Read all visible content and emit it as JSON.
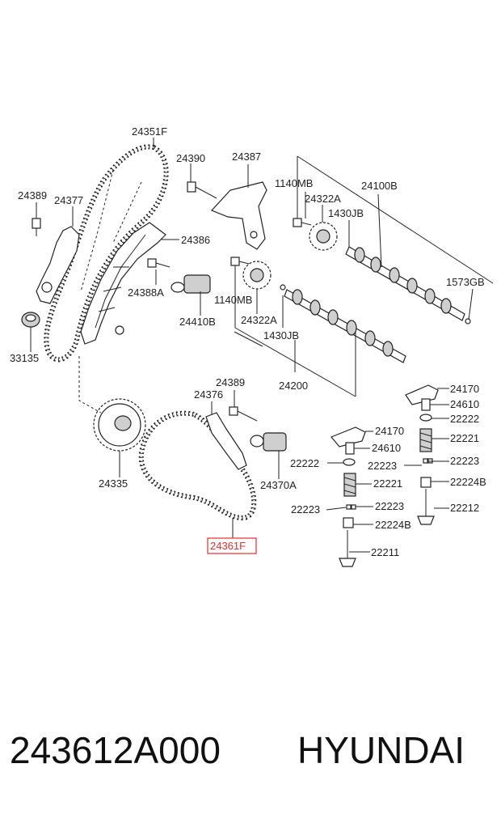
{
  "labels": {
    "l24351F": "24351F",
    "l24390": "24390",
    "l24387": "24387",
    "l1140MB_top": "1140MB",
    "l24100B": "24100B",
    "l24322A_top": "24322A",
    "l1430JB_top": "1430JB",
    "l24389_left": "24389",
    "l24377": "24377",
    "l24386": "24386",
    "l24388A": "24388A",
    "l24410B": "24410B",
    "l1140MB_mid": "1140MB",
    "l24322A_mid": "24322A",
    "l1573GB": "1573GB",
    "l33135": "33135",
    "l1430JB_mid": "1430JB",
    "l24200": "24200",
    "l24389_mid": "24389",
    "l24376": "24376",
    "l24170_r": "24170",
    "l24610_r": "24610",
    "l22222_r": "22222",
    "l24170_c": "24170",
    "l24610_c": "24610",
    "l22221_r": "22221",
    "l22222_c": "22222",
    "l22223_c1": "22223",
    "l22223_r": "22223",
    "l24335": "24335",
    "l24370A": "24370A",
    "l22221_c": "22221",
    "l22224B_r": "22224B",
    "l22223_c2": "22223",
    "l22223_c3": "22223",
    "l22212": "22212",
    "l22224B_c": "22224B",
    "l24361F": "24361F",
    "l22211": "22211"
  },
  "highlight": {
    "part": "24361F",
    "color": "#e03030"
  },
  "footer": {
    "part_number": "243612A000",
    "brand": "HYUNDAI"
  }
}
